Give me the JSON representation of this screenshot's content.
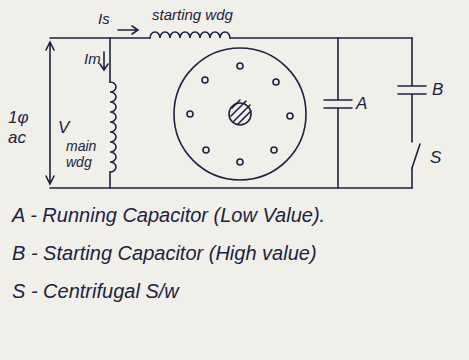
{
  "diagram": {
    "labels": [
      "Is",
      "starting wdg",
      "Im",
      "1φ ac",
      "V",
      "main wdg",
      "A",
      "B",
      "S",
      "A - Running Capacitor (Low Value).",
      "B - Starting Capacitor (High value)",
      "S - Centrifugal S/w"
    ]
  }
}
